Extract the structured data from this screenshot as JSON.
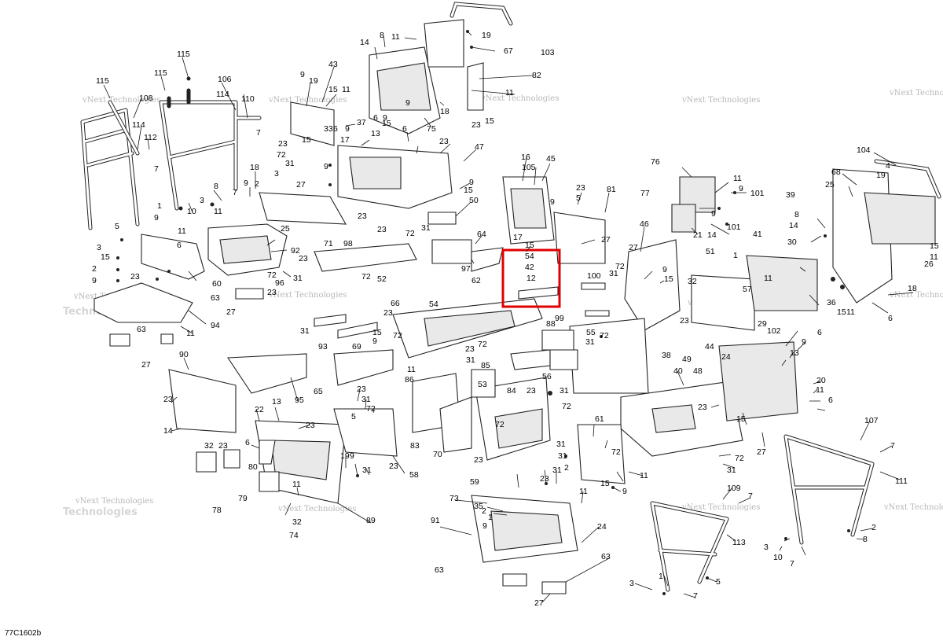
{
  "diagram_code": "77C1602b",
  "watermark": {
    "line1": "vNext Technologies",
    "line2": "Technologies"
  },
  "highlight": {
    "color": "#e00000",
    "labels": [
      "54",
      "42",
      "12"
    ]
  },
  "callouts": {
    "c115a": "115",
    "c115b": "115",
    "c115c": "115",
    "c108": "108",
    "c106": "106",
    "c114a": "114",
    "c110": "110",
    "c114b": "114",
    "c112": "112",
    "c7a": "7",
    "c7b": "7",
    "c7c": "7",
    "c8a": "8",
    "c3a": "3",
    "c10a": "10",
    "c11a": "11",
    "c1a": "1",
    "c9a": "9",
    "c5a": "5",
    "c3b": "3",
    "c15a": "15",
    "c2a": "2",
    "c9b": "9",
    "c23a": "23",
    "c18a": "18",
    "c9c": "9",
    "c2b": "2",
    "c11b": "11",
    "c6a": "6",
    "c60": "60",
    "c92": "92",
    "c72a": "72",
    "c31a": "31",
    "c63a": "63",
    "c27a": "27",
    "c94": "94",
    "c11c": "11",
    "c63b": "63",
    "c27b": "27",
    "c43": "43",
    "c9d": "9",
    "c19a": "19",
    "c15b": "15",
    "c11d": "11",
    "c37": "37",
    "c33": "33",
    "c6b": "6",
    "c9e": "9",
    "c15c": "15",
    "c17a": "17",
    "c23b": "23",
    "c72b": "72",
    "c31b": "31",
    "c3c": "3",
    "c9f": "9",
    "c27c": "27",
    "c23c": "23",
    "c25": "25",
    "c71": "71",
    "c14a": "14",
    "c8b": "8",
    "c11e": "11",
    "c19b": "19",
    "c67": "67",
    "c103": "103",
    "c82": "82",
    "c11f": "11",
    "c18b": "18",
    "c23d": "23",
    "c15d": "15",
    "c9g": "9",
    "c15e": "15",
    "c6c": "6",
    "c9h": "9",
    "c13a": "13",
    "c6d": "6",
    "c75": "75",
    "c23e": "23",
    "c47": "47",
    "c15f": "15",
    "c9i": "9",
    "c16": "16",
    "c105": "105",
    "c45": "45",
    "c23f": "23",
    "c5b": "5",
    "c9j": "9",
    "c81": "81",
    "c27d": "27",
    "c50": "50",
    "c31c": "31",
    "c64": "64",
    "c17b": "17",
    "c15g": "15",
    "c54": "54",
    "c42": "42",
    "c12": "12",
    "c97": "97",
    "c62": "62",
    "c100": "100",
    "c98": "98",
    "c23g": "23",
    "c72c": "72",
    "c96": "96",
    "c23h": "23",
    "c72d": "72",
    "c52": "52",
    "c23i": "23",
    "c31d": "31",
    "c93": "93",
    "c69": "69",
    "c66": "66",
    "c54b": "54",
    "c23j": "23",
    "c72e": "72",
    "c15h": "15",
    "c9k": "9",
    "c11g": "11",
    "c86": "86",
    "c31e": "31",
    "c23k": "23",
    "c72f": "72",
    "c99": "99",
    "c88": "88",
    "c55": "55",
    "c72g": "72",
    "c31f": "31",
    "c65": "65",
    "c85": "85",
    "c56": "56",
    "c53": "53",
    "c84": "84",
    "c23l": "23",
    "c31g": "31",
    "c72h": "72",
    "c83": "83",
    "c70": "70",
    "c59": "59",
    "c72i": "72",
    "c23m": "23",
    "c76": "76",
    "c11h": "11",
    "c9l": "9",
    "c101a": "101",
    "c77": "77",
    "c9m": "9",
    "c21": "21",
    "c14b": "14",
    "c101b": "101",
    "c46": "46",
    "c27e": "27",
    "c72j": "72",
    "c31h": "31",
    "c9n": "9",
    "c15i": "15",
    "c51": "51",
    "c1b": "1",
    "c32a": "32",
    "c57": "57",
    "c11i": "11",
    "c41": "41",
    "c30": "30",
    "c36": "36",
    "c29": "29",
    "c23n": "23",
    "c44": "44",
    "c49": "49",
    "c38": "38",
    "c102": "102",
    "c24a": "24",
    "c6e": "6",
    "c9o": "9",
    "c13b": "13",
    "c20": "20",
    "c11j": "11",
    "c48": "48",
    "c23o": "23",
    "c15j": "15",
    "c27f": "27",
    "c6f": "6",
    "c40": "40",
    "c72k": "72",
    "c31i": "31",
    "c104": "104",
    "c4": "4",
    "c68": "68",
    "c19c": "19",
    "c25b": "25",
    "c39": "39",
    "c8c": "8",
    "c14c": "14",
    "c15k": "15",
    "c26": "26",
    "c11k": "11",
    "c18c": "18",
    "c15l": "15",
    "c11l": "11",
    "c6g": "6",
    "c90": "90",
    "c23p": "23",
    "c14d": "14",
    "c95": "95",
    "c22": "22",
    "c13c": "13",
    "c23q": "23",
    "c6h": "6",
    "c80": "80",
    "c32b": "32",
    "c23r": "23",
    "c79": "79",
    "c78": "78",
    "c11m": "11",
    "c32c": "32",
    "c74": "74",
    "c89": "89",
    "c19d": "19",
    "c9p": "9",
    "c23s": "23",
    "c31j": "31",
    "c72l": "72",
    "c58": "58",
    "c23t": "23",
    "c31k": "31",
    "c5c": "5",
    "c73": "73",
    "c35": "35",
    "c2c": "2",
    "c1c": "1",
    "c9q": "9",
    "c31l": "31",
    "c23u": "23",
    "c11n": "11",
    "c91": "91",
    "c24b": "24",
    "c63c": "63",
    "c63d": "63",
    "c27g": "27",
    "c61": "61",
    "c15m": "15",
    "c11o": "11",
    "c9r": "9",
    "c109": "109",
    "c7d": "7",
    "c113": "113",
    "c3d": "3",
    "c1d": "1",
    "c5d": "5",
    "c7e": "7",
    "c107": "107",
    "c111": "111",
    "c7f": "7",
    "c8d": "8",
    "c3e": "3",
    "c10b": "10",
    "c7g": "7",
    "c2d": "2",
    "c72m": "72",
    "c31m": "31",
    "c2e": "2",
    "c31n": "31"
  }
}
